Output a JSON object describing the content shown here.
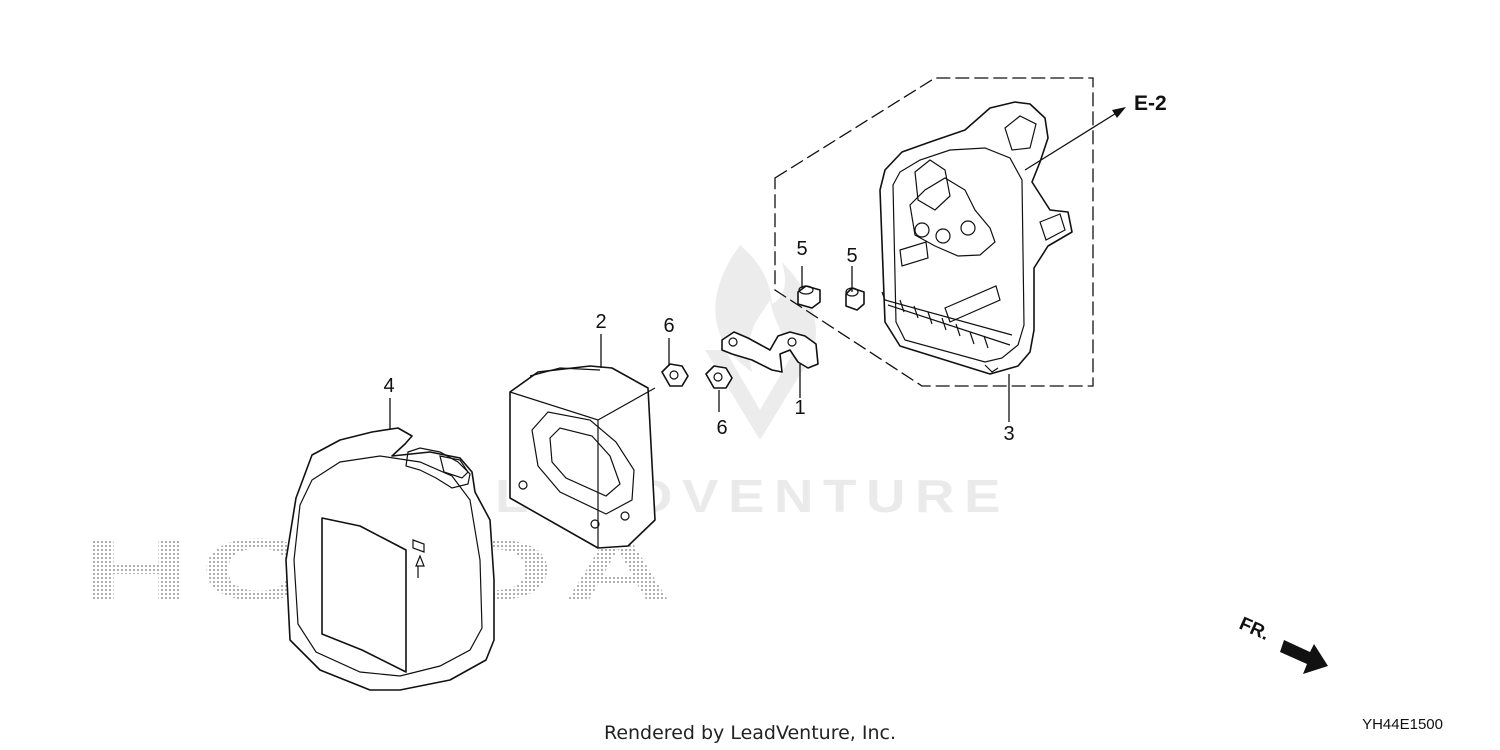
{
  "diagram": {
    "brand_watermark": "HONDA",
    "site_watermark": "LEADVENTURE",
    "reference": "E-2",
    "front_marker": "FR.",
    "credit": "Rendered by LeadVenture, Inc.",
    "diagram_code": "YH44E1500",
    "callouts": [
      {
        "id": "1",
        "label": "1"
      },
      {
        "id": "2",
        "label": "2"
      },
      {
        "id": "3",
        "label": "3"
      },
      {
        "id": "4",
        "label": "4"
      },
      {
        "id": "5a",
        "label": "5"
      },
      {
        "id": "5b",
        "label": "5"
      },
      {
        "id": "6a",
        "label": "6"
      },
      {
        "id": "6b",
        "label": "6"
      }
    ]
  },
  "colors": {
    "line": "#111111",
    "watermark": "#d9d9d9",
    "brand_dots": "#9a9a9a"
  }
}
